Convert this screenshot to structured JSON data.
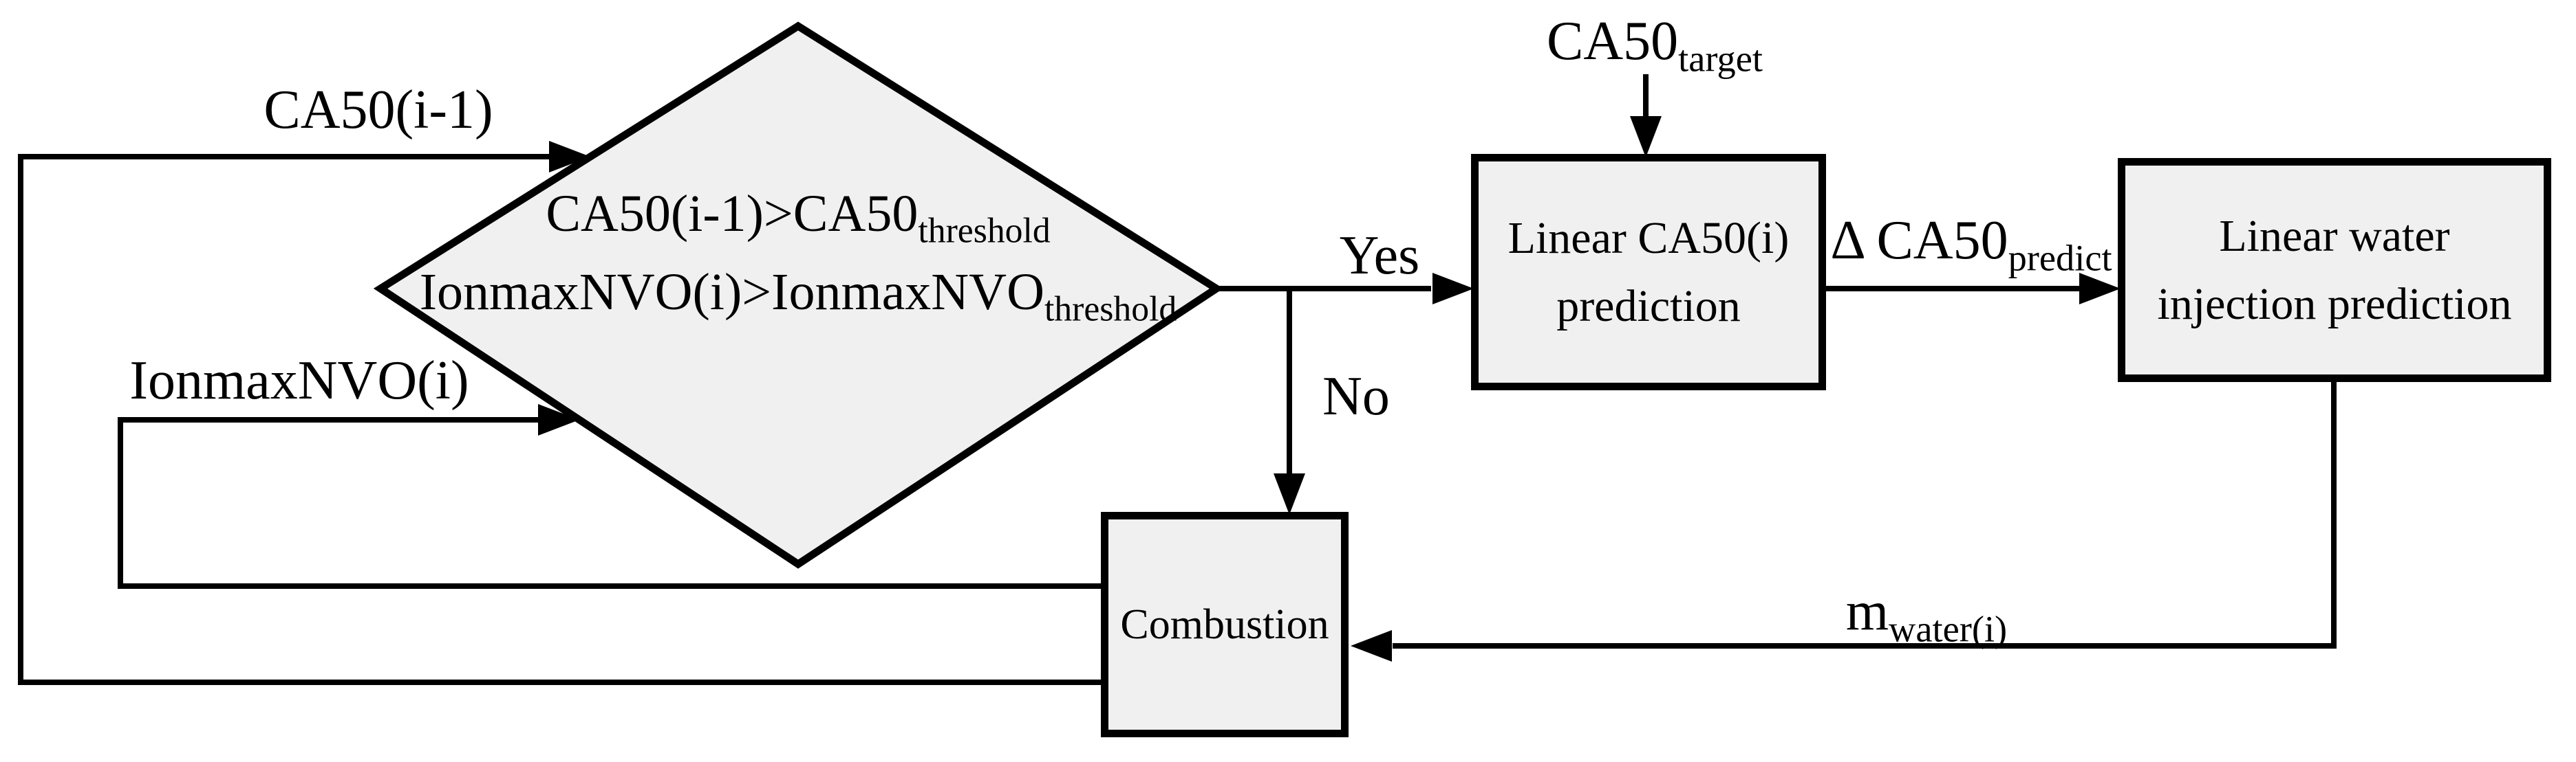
{
  "colors": {
    "line": "#000000",
    "shape_fill": "#f0f0f0",
    "background": "#ffffff"
  },
  "diamond": {
    "condition_line1": {
      "main": "CA50(i-1)>CA50",
      "sub": "threshold"
    },
    "condition_line2": {
      "main": "IonmaxNVO(i)>IonmaxNVO",
      "sub": "threshold"
    }
  },
  "boxes": {
    "ca50_prediction": {
      "line1": "Linear CA50(i)",
      "line2": "prediction"
    },
    "water_injection": {
      "line1": "Linear water",
      "line2": "injection prediction"
    },
    "combustion": {
      "label": "Combustion"
    }
  },
  "edge_labels": {
    "ca50_prev": "CA50(i-1)",
    "ionmax_nvo": "IonmaxNVO(i)",
    "yes": "Yes",
    "no": "No",
    "ca50_target": {
      "main": "CA50",
      "sub": "target"
    },
    "delta_ca50_predict": {
      "main": "Δ CA50",
      "sub": "predict"
    },
    "m_water": {
      "main": "m",
      "sub": "water(i)"
    }
  }
}
